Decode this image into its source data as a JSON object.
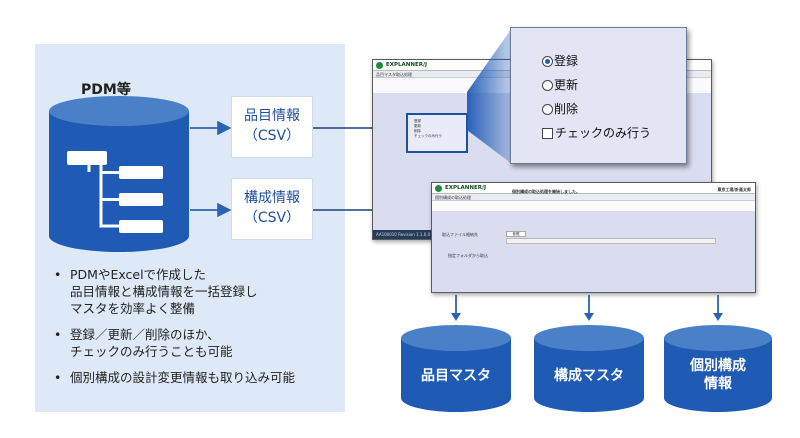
{
  "source": {
    "label": "PDM等"
  },
  "flows": [
    {
      "line1": "品目情報",
      "line2": "（CSV）"
    },
    {
      "line1": "構成情報",
      "line2": "（CSV）"
    }
  ],
  "bullets": [
    "PDMやExcelで作成した\n品目情報と構成情報を一括登録し\nマスタを効率よく整備",
    "登録／更新／削除のほか、\nチェックのみ行うことも可能",
    "個別構成の設計変更情報も取り込み可能"
  ],
  "window1": {
    "app_title": "EXPLANNER/J",
    "menu_text": "品目マスタ取込処理",
    "mini_options": [
      "登録",
      "更新",
      "削除",
      "チェックのみ行う"
    ],
    "status": "AA100010 Revision 1.1.0.0"
  },
  "window2": {
    "app_title": "EXPLANNER/J",
    "message": "個別構成の取込処理を開始しました。",
    "user": "東京工場/計画太郎",
    "menu_text": "個別構成の取込処理",
    "field_label": "取込ファイル格納先",
    "field_button": "参照",
    "check_label": "指定フォルダから取込"
  },
  "zoom": {
    "options": [
      {
        "label": "登録",
        "type": "radio",
        "selected": true
      },
      {
        "label": "更新",
        "type": "radio",
        "selected": false
      },
      {
        "label": "削除",
        "type": "radio",
        "selected": false
      },
      {
        "label": "チェックのみ行う",
        "type": "checkbox",
        "selected": false
      }
    ]
  },
  "targets": [
    {
      "line1": "品目マスタ",
      "line2": ""
    },
    {
      "line1": "構成マスタ",
      "line2": ""
    },
    {
      "line1": "個別構成",
      "line2": "情報"
    }
  ],
  "colors": {
    "panel_bg": "#dde9f6",
    "accent_blue": "#1f5bb5",
    "cylinder_blue": "#1f5bb5",
    "arrow_blue": "#2b62b5"
  }
}
